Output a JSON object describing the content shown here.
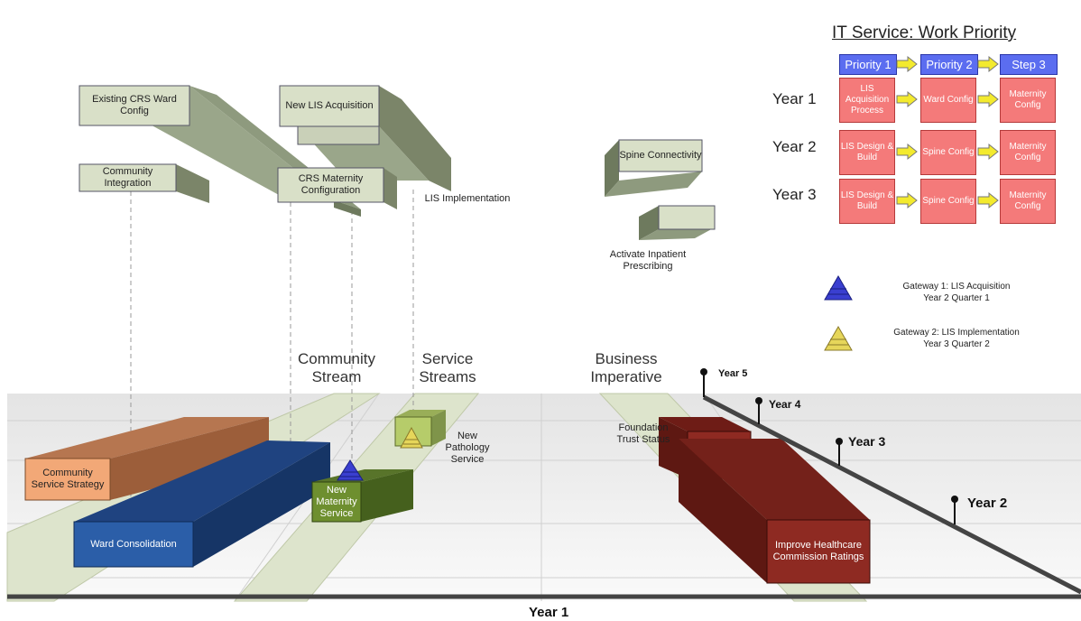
{
  "title": "IT Service: Work Priority",
  "priority_headers": [
    "Priority 1",
    "Priority 2",
    "Step 3"
  ],
  "priority_rows": [
    {
      "year": "Year 1",
      "cells": [
        "LIS Acquisition Process",
        "Ward Config",
        "Maternity Config"
      ]
    },
    {
      "year": "Year 2",
      "cells": [
        "LIS Design & Build",
        "Spine Config",
        "Maternity Config"
      ]
    },
    {
      "year": "Year 3",
      "cells": [
        "LIS Design & Build",
        "Spine Config",
        "Maternity Config"
      ]
    }
  ],
  "gateways": [
    {
      "line1": "Gateway 1: LIS Acquisition",
      "line2": "Year 2 Quarter 1",
      "color": "#3a3fd0"
    },
    {
      "line1": "Gateway 2: LIS Implementation",
      "line2": "Year 3 Quarter 2",
      "color": "#e6d65a"
    }
  ],
  "upper_boxes": {
    "existing_crs": "Existing CRS Ward Config",
    "new_lis": "New LIS Acquisition",
    "community_integration": "Community Integration",
    "crs_maternity": "CRS Maternity Configuration",
    "lis_implementation": "LIS Implementation",
    "spine": "Spine Connectivity",
    "activate": "Activate Inpatient Prescribing"
  },
  "streams": {
    "community": "Community Stream",
    "service": "Service Streams",
    "business": "Business Imperative"
  },
  "lower_boxes": {
    "community_strategy": "Community Service Strategy",
    "ward_consolidation": "Ward Consolidation",
    "new_maternity": "New Maternity Service",
    "new_pathology": "New Pathology Service",
    "foundation": "Foundation Trust Status",
    "improve": "Improve Healthcare Commission Ratings"
  },
  "timeline": [
    "Year 1",
    "Year 2",
    "Year 3",
    "Year 4",
    "Year 5"
  ],
  "colors": {
    "beige_box": "#d9e0c8",
    "orange_box": "#f2a877",
    "blue_box": "#2b5ea8",
    "green_box": "#6e8f2f",
    "lightgreen_box": "#b6cc6a",
    "red_box": "#8e2a22",
    "priority_header": "#5b6df0",
    "priority_cell": "#f47a7a"
  }
}
